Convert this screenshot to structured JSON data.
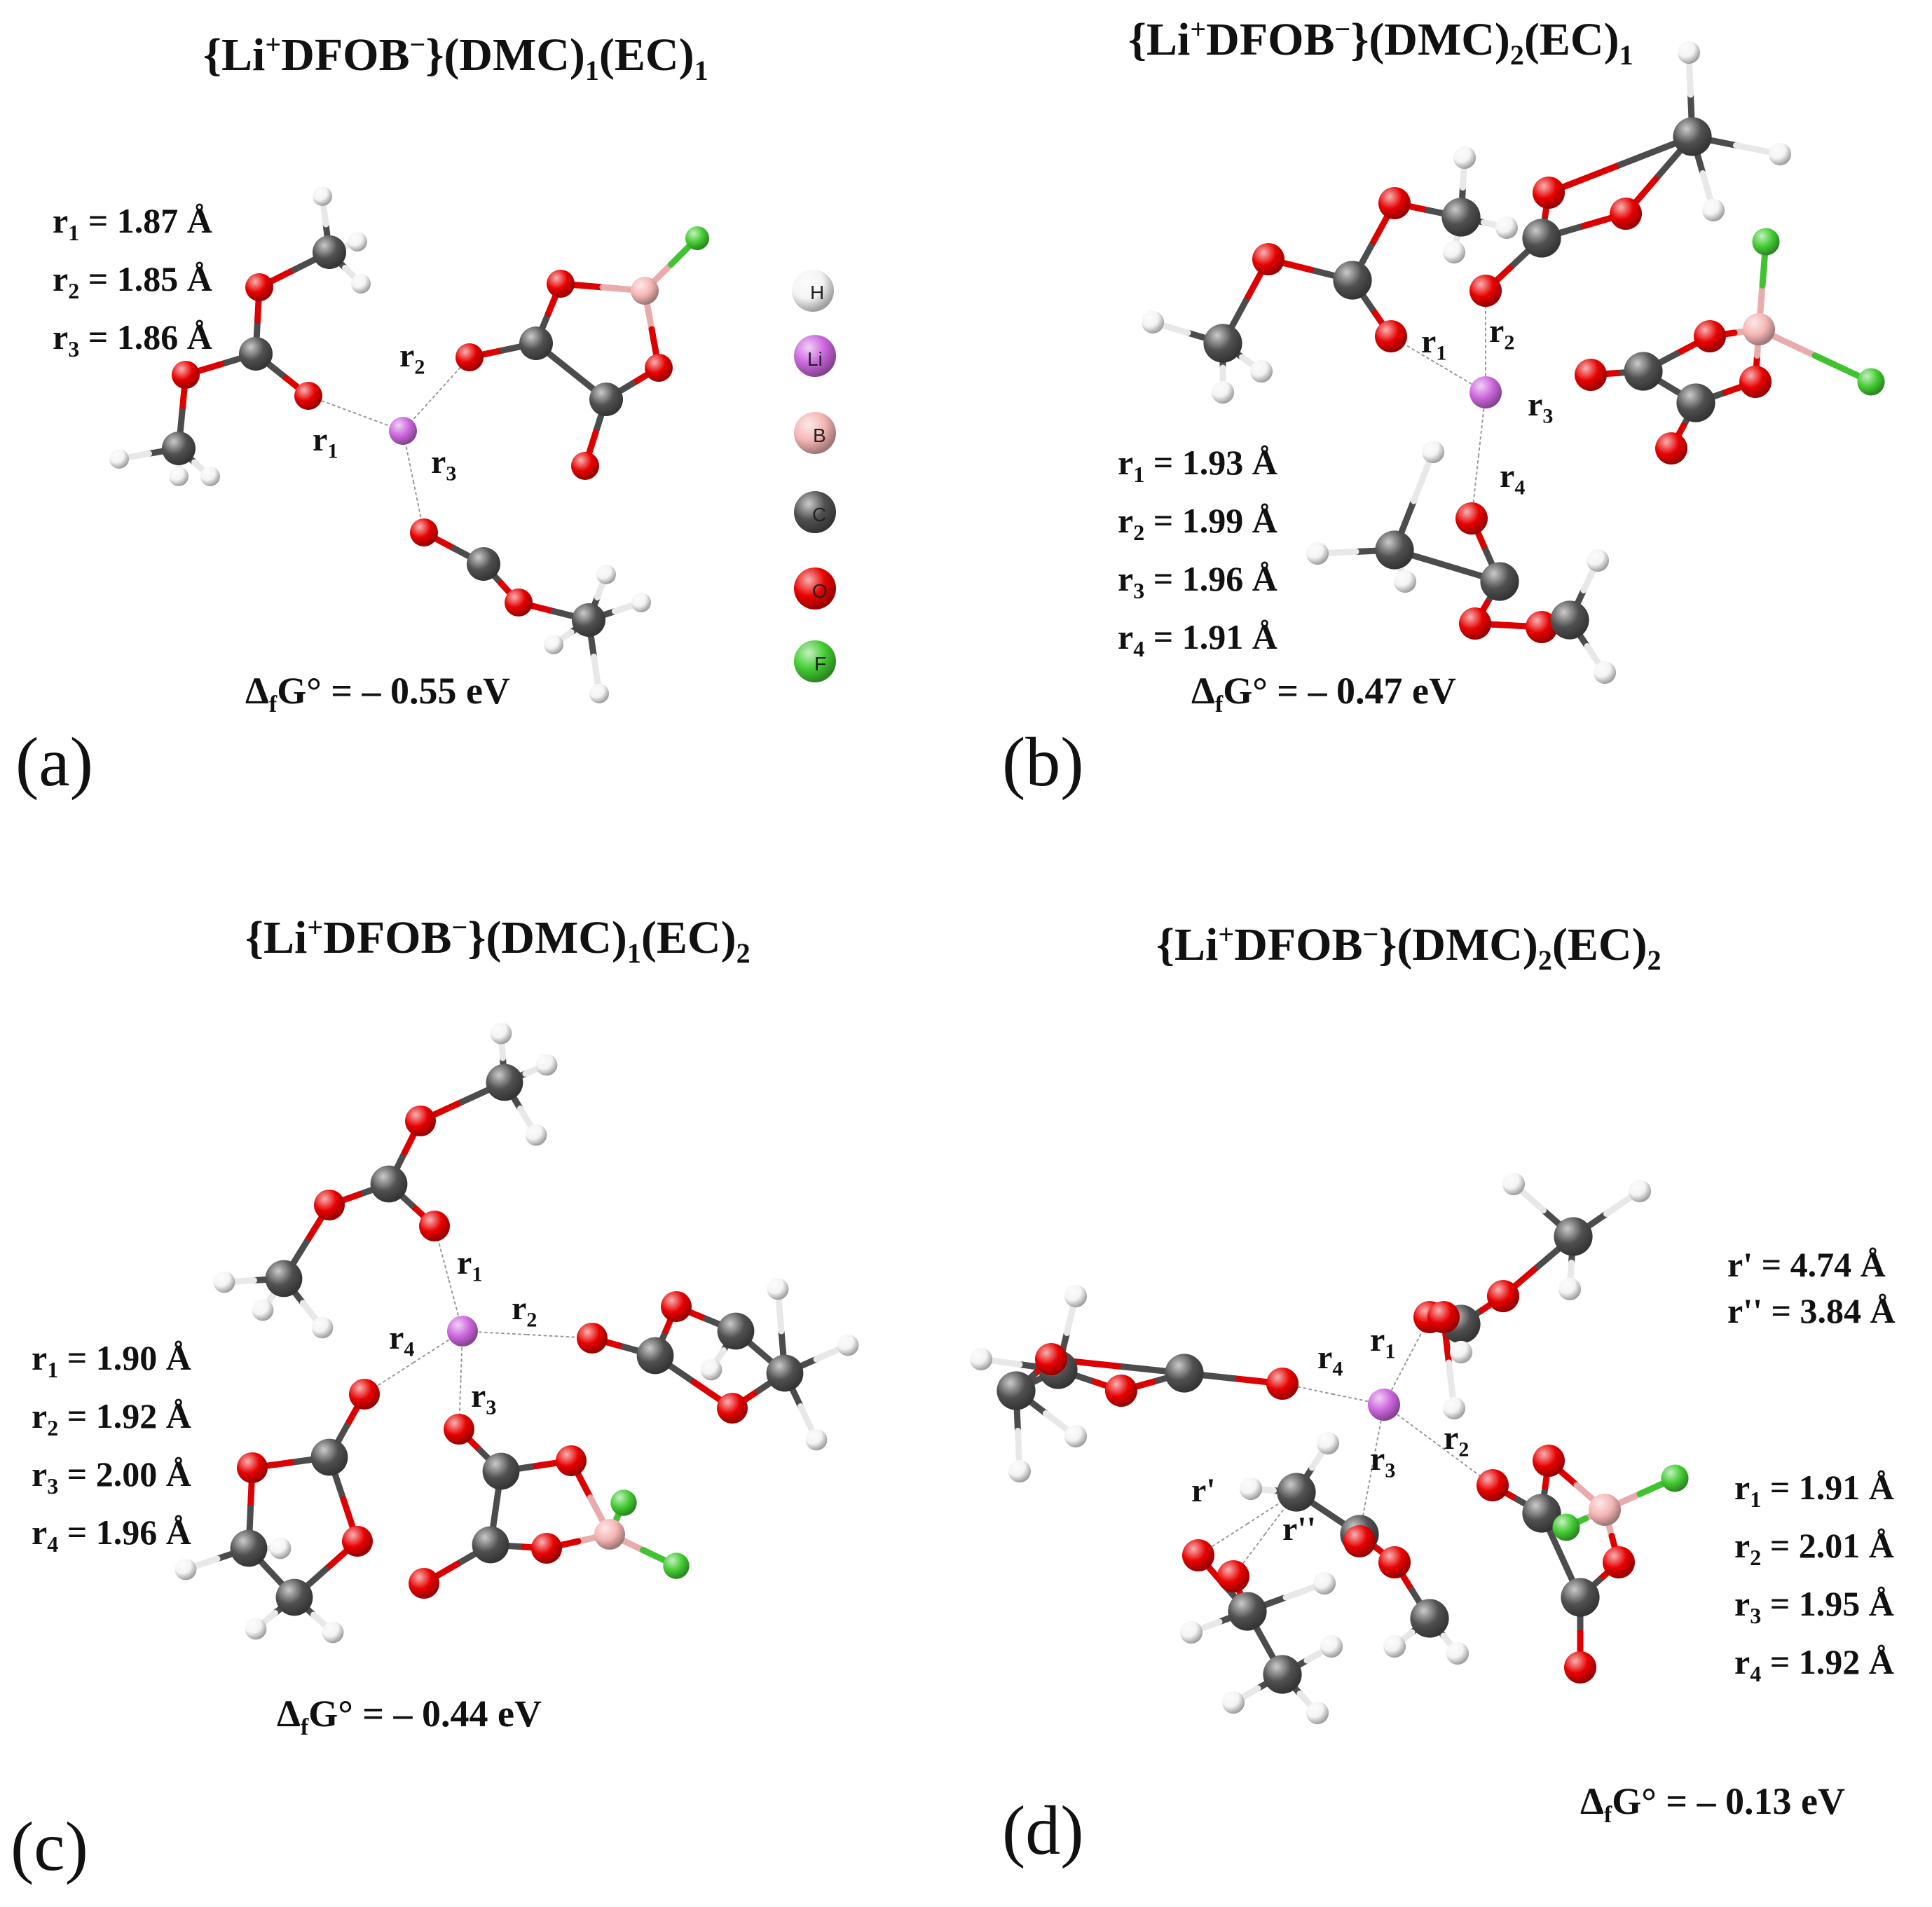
{
  "panels": [
    {
      "label": "(a)",
      "title": {
        "pre": "{Li",
        "sup1": "+",
        "mid": "DFOB",
        "sup2": "−",
        "post": "}(DMC)",
        "sub1": "1",
        "ec": "(EC)",
        "sub2": "1"
      },
      "distances": [
        {
          "r": "r",
          "sub": "1",
          "val": " = 1.87 Å"
        },
        {
          "r": "r",
          "sub": "2",
          "val": " = 1.85 Å"
        },
        {
          "r": "r",
          "sub": "3",
          "val": " = 1.86 Å"
        }
      ],
      "energy": {
        "pre": "Δ",
        "sub": "f",
        "post": "G° = – 0.55 eV"
      }
    },
    {
      "label": "(b)",
      "title": {
        "pre": "{Li",
        "sup1": "+",
        "mid": "DFOB",
        "sup2": "−",
        "post": "}(DMC)",
        "sub1": "2",
        "ec": "(EC)",
        "sub2": "1"
      },
      "distances": [
        {
          "r": "r",
          "sub": "1",
          "val": " = 1.93 Å"
        },
        {
          "r": "r",
          "sub": "2",
          "val": " = 1.99 Å"
        },
        {
          "r": "r",
          "sub": "3",
          "val": " = 1.96 Å"
        },
        {
          "r": "r",
          "sub": "4",
          "val": " = 1.91 Å"
        }
      ],
      "energy": {
        "pre": "Δ",
        "sub": "f",
        "post": "G° = – 0.47 eV"
      }
    },
    {
      "label": "(c)",
      "title": {
        "pre": "{Li",
        "sup1": "+",
        "mid": "DFOB",
        "sup2": "−",
        "post": "}(DMC)",
        "sub1": "1",
        "ec": "(EC)",
        "sub2": "2"
      },
      "distances": [
        {
          "r": "r",
          "sub": "1",
          "val": " = 1.90 Å"
        },
        {
          "r": "r",
          "sub": "2",
          "val": " = 1.92 Å"
        },
        {
          "r": "r",
          "sub": "3",
          "val": " = 2.00 Å"
        },
        {
          "r": "r",
          "sub": "4",
          "val": " = 1.96 Å"
        }
      ],
      "energy": {
        "pre": "Δ",
        "sub": "f",
        "post": "G° = – 0.44 eV"
      }
    },
    {
      "label": "(d)",
      "title": {
        "pre": "{Li",
        "sup1": "+",
        "mid": "DFOB",
        "sup2": "−",
        "post": "}(DMC)",
        "sub1": "2",
        "ec": "(EC)",
        "sub2": "2"
      },
      "distances": [
        {
          "r": "r",
          "sub": "1",
          "val": " = 1.91 Å"
        },
        {
          "r": "r",
          "sub": "2",
          "val": " = 2.01 Å"
        },
        {
          "r": "r",
          "sub": "3",
          "val": " = 1.95 Å"
        },
        {
          "r": "r",
          "sub": "4",
          "val": " = 1.92 Å"
        }
      ],
      "extra": [
        {
          "text": "r' = 4.74 Å"
        },
        {
          "text": "r'' = 3.84 Å"
        }
      ],
      "energy": {
        "pre": "Δ",
        "sub": "f",
        "post": "G° = – 0.13 eV"
      }
    }
  ],
  "bond_labels": {
    "a": [
      {
        "sub": "1"
      },
      {
        "sub": "2"
      },
      {
        "sub": "3"
      }
    ],
    "b": [
      {
        "sub": "1"
      },
      {
        "sub": "2"
      },
      {
        "sub": "3"
      },
      {
        "sub": "4"
      }
    ],
    "c": [
      {
        "sub": "1"
      },
      {
        "sub": "2"
      },
      {
        "sub": "3"
      },
      {
        "sub": "4"
      }
    ],
    "d": [
      {
        "sub": "1"
      },
      {
        "sub": "2"
      },
      {
        "sub": "3"
      },
      {
        "sub": "4"
      },
      {
        "text": "r'"
      },
      {
        "text": "r''"
      }
    ]
  },
  "legend": [
    {
      "symbol": "H",
      "color": "#f2f2f2"
    },
    {
      "symbol": "Li",
      "color": "#cc77dd"
    },
    {
      "symbol": "B",
      "color": "#f0a9a9"
    },
    {
      "symbol": "C",
      "color": "#555555"
    },
    {
      "symbol": "O",
      "color": "#ee0000"
    },
    {
      "symbol": "F",
      "color": "#33bb33"
    }
  ],
  "atom_colors": {
    "H": "#f4f4f4",
    "Li": "#cc66dd",
    "B": "#f5b5b5",
    "C": "#505050",
    "O": "#e80000",
    "F": "#44cc33"
  }
}
